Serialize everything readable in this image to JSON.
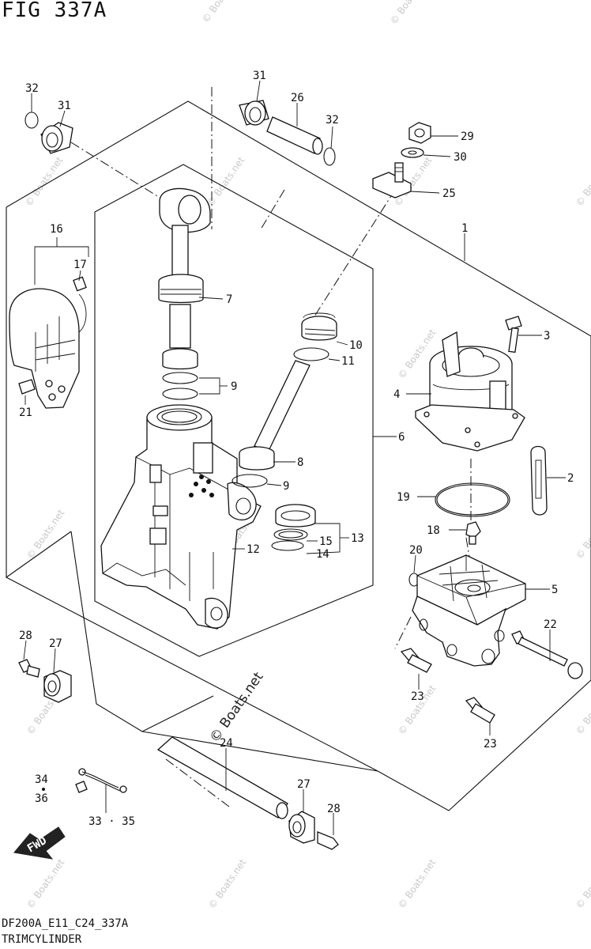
{
  "header": {
    "figure_title": "FIG 337A"
  },
  "footer": {
    "model_code": "DF200A_E11_C24_337A",
    "section_name": "TRIMCYLINDER"
  },
  "watermark": {
    "text": "© Boats.net"
  },
  "badge": {
    "fwd_label": "FWD"
  },
  "callouts": {
    "c32a": "32",
    "c31a": "31",
    "c31b": "31",
    "c26": "26",
    "c32b": "32",
    "c29": "29",
    "c30": "30",
    "c25": "25",
    "c16": "16",
    "c17": "17",
    "c21": "21",
    "c7": "7",
    "c9a": "9",
    "c1": "1",
    "c3": "3",
    "c10": "10",
    "c11": "11",
    "c4": "4",
    "c6": "6",
    "c8": "8",
    "c9b": "9",
    "c2": "2",
    "c19": "19",
    "c13": "13",
    "c15": "15",
    "c14": "14",
    "c12": "12",
    "c18": "18",
    "c20": "20",
    "c5": "5",
    "c28a": "28",
    "c27a": "27",
    "c22": "22",
    "c23a": "23",
    "c23b": "23",
    "c24": "24",
    "c34": "34",
    "c36": "36",
    "c27b": "27",
    "c28b": "28",
    "c33_35": "33 · 35"
  }
}
